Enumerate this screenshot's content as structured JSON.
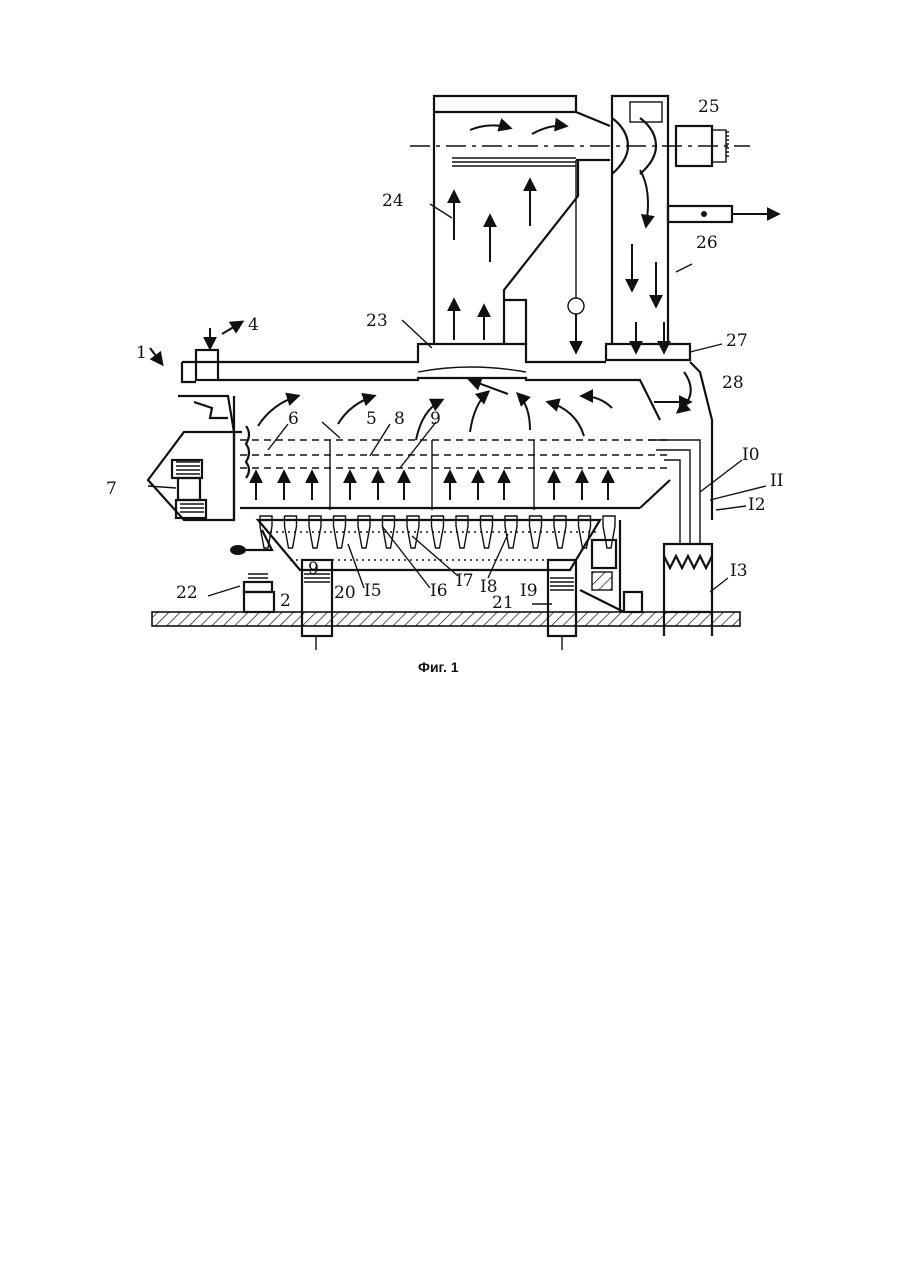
{
  "caption": "Фиг. 1",
  "labels": {
    "l1": "1",
    "l2": "2",
    "l4": "4",
    "l5": "5",
    "l6": "6",
    "l7": "7",
    "l8": "8",
    "l9a": "9",
    "l9b": "9",
    "l10": "I0",
    "l11": "II",
    "l12": "I2",
    "l13": "I3",
    "l15": "I5",
    "l16": "I6",
    "l17": "I7",
    "l18": "I8",
    "l19": "I9",
    "l20": "20",
    "l21": "21",
    "l22": "22",
    "l23": "23",
    "l24": "24",
    "l25": "25",
    "l26": "26",
    "l27": "27",
    "l28": "28"
  }
}
